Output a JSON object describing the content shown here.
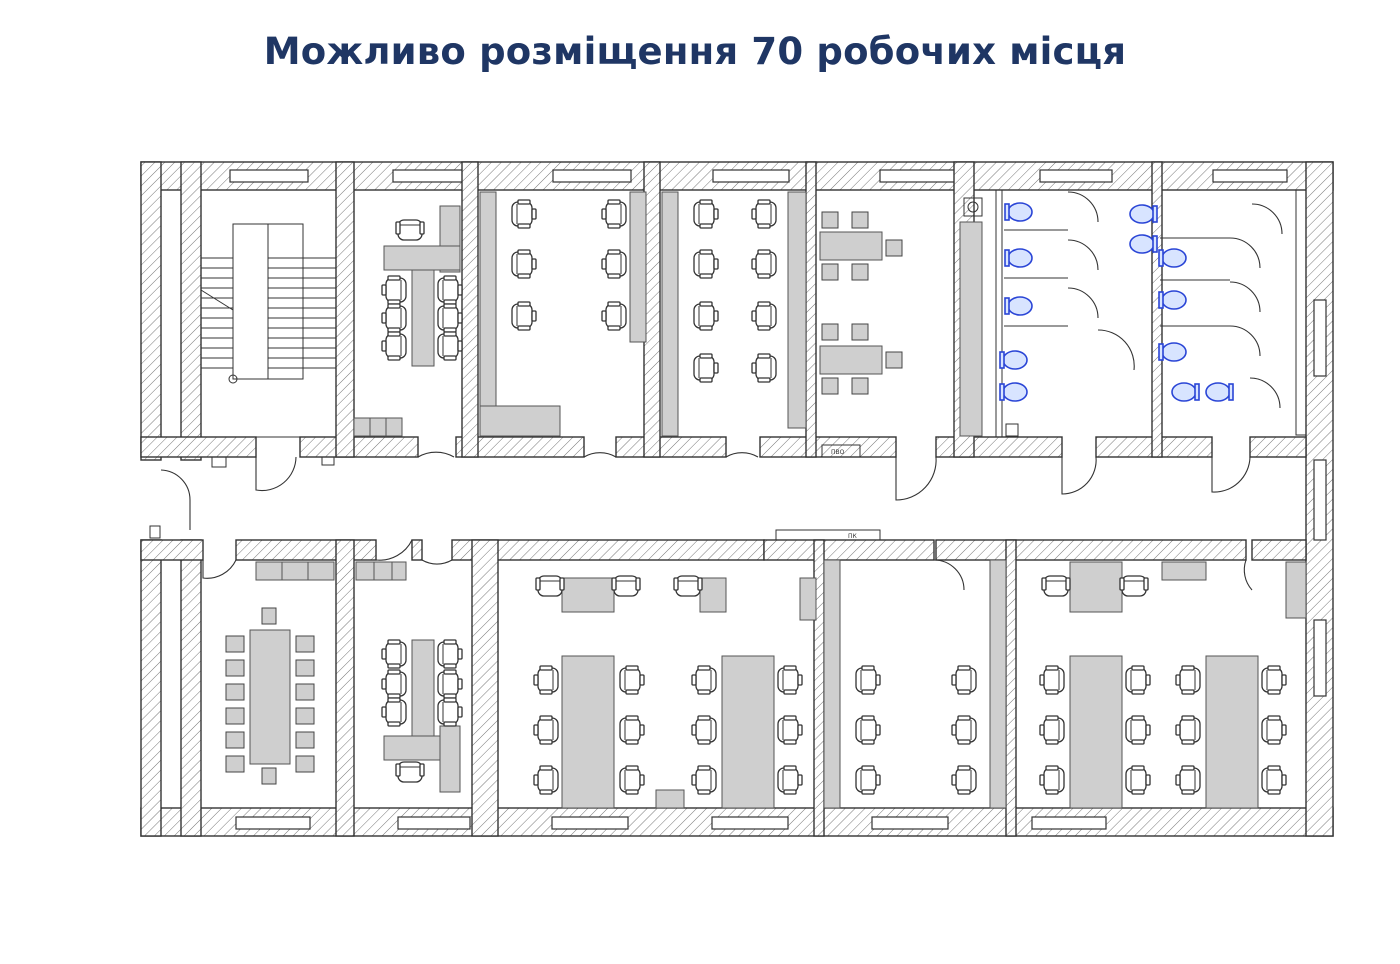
{
  "title": "Можливо розміщення 70 робочих місця",
  "plan_labels": {
    "corridor_mark_top": "ПВО",
    "corridor_mark_bottom": "ПК"
  },
  "colors": {
    "title": "#1f3664",
    "furniture": "#cfcfcf",
    "sanitary": "#2a45d6",
    "wall_hatch": "#555555"
  },
  "legend": null
}
